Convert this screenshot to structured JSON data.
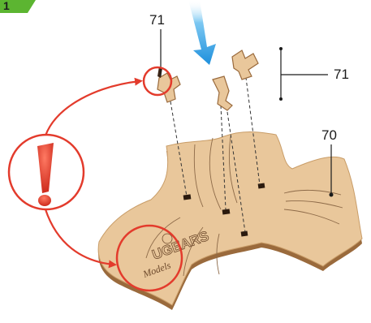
{
  "step": {
    "number": "1"
  },
  "callouts": {
    "top_part": "71",
    "right_part": "71",
    "board": "70"
  },
  "engraving": {
    "brand": "UGEARS",
    "sub": "Models"
  },
  "icons": {
    "step_badge": "green-step-badge-icon",
    "arrow": "blue-down-arrow-icon",
    "warning": "red-exclamation-icon"
  },
  "colors": {
    "wood_face": "#e9c79b",
    "wood_edge": "#9a6a3c",
    "warning_red": "#e33b2c",
    "arrow_blue": "#2fa3e6",
    "badge_green": "#5cb531"
  }
}
